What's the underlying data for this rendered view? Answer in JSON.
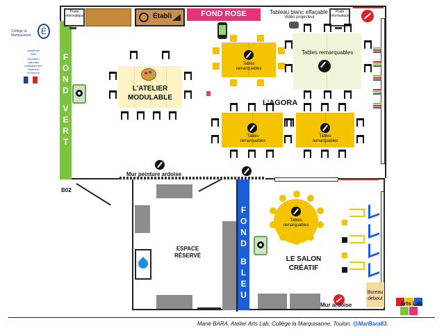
{
  "labels": {
    "poste_informatique_left": "Poste informatique",
    "poste_informatique_right": "Poste informatique",
    "etabli": "Établi",
    "fond_rose": "FOND ROSE",
    "tableau_blanc": "Tableau blanc effaçable",
    "video_projecteur": "Vidéo projecteur",
    "fond_vert_letters": [
      "F",
      "O",
      "N",
      "D",
      "",
      "V",
      "E",
      "R",
      "T"
    ],
    "atelier_modulable": "L'ATELIER MODULABLE",
    "agora": "L'AGORA",
    "tables_remarquables": "Tables remarquables",
    "tables_remarquables_big": "Tables remarquables",
    "mur_peinture_ardoise": "Mur peinture ardoise",
    "b02": "B02",
    "espace_reserve": "ESPACE RÉSERVÉ",
    "fond_bleu_letters": [
      "F",
      "O",
      "N",
      "D",
      "",
      "B",
      "L",
      "E",
      "U"
    ],
    "salon_creatif": "LE SALON CRÉATIF",
    "mur_ardoise": "Mur ardoise",
    "bureau_debout": "Bureau debout",
    "footer": "Marie BARA, Atelier Arts Lab, Collège la Marquisanne, Toulon.",
    "footer_handle": "@MarBara83."
  },
  "logo": {
    "college": "Collège la Marquisanne",
    "academie_lines": [
      "académie",
      "Nice"
    ],
    "ministry_lines": [
      "éducation",
      "nationale",
      "enseignement",
      "supérieur",
      "recherche"
    ],
    "arts_lab": "Arts Lab"
  },
  "colors": {
    "fond_vert": "#7dc242",
    "fond_rose": "#e8337a",
    "fond_bleu": "#1a5fd6",
    "yellow": "#f5c400",
    "red": "#e02020",
    "pale_yellow": "#fff2c4",
    "pale_green": "#eef5d8"
  }
}
